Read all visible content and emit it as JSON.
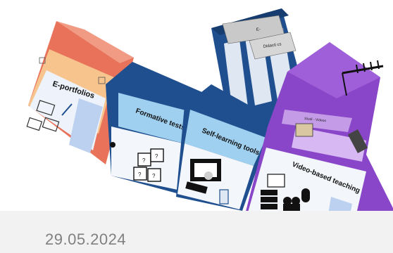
{
  "modules": {
    "eportfolios": "E-portfolios",
    "formative_tests": "Formative tests",
    "self_learning_tools": "Self-learning tools",
    "video_based_teaching": "Video-based teaching"
  },
  "banner_didactics": "Didacti cs",
  "banner_e": "E-",
  "sign_studio": "Studi - Videos",
  "quiz_mark": "?",
  "footer": {
    "date": "29.05.2024"
  },
  "colors": {
    "eportfolios": "#e8735a",
    "formative": "#1f4f8f",
    "selflearning": "#1f4f8f",
    "video": "#8a46c8",
    "label_bg": "#9fd0ef",
    "footer_bg": "#f2f2f2",
    "footer_text": "#808080"
  }
}
